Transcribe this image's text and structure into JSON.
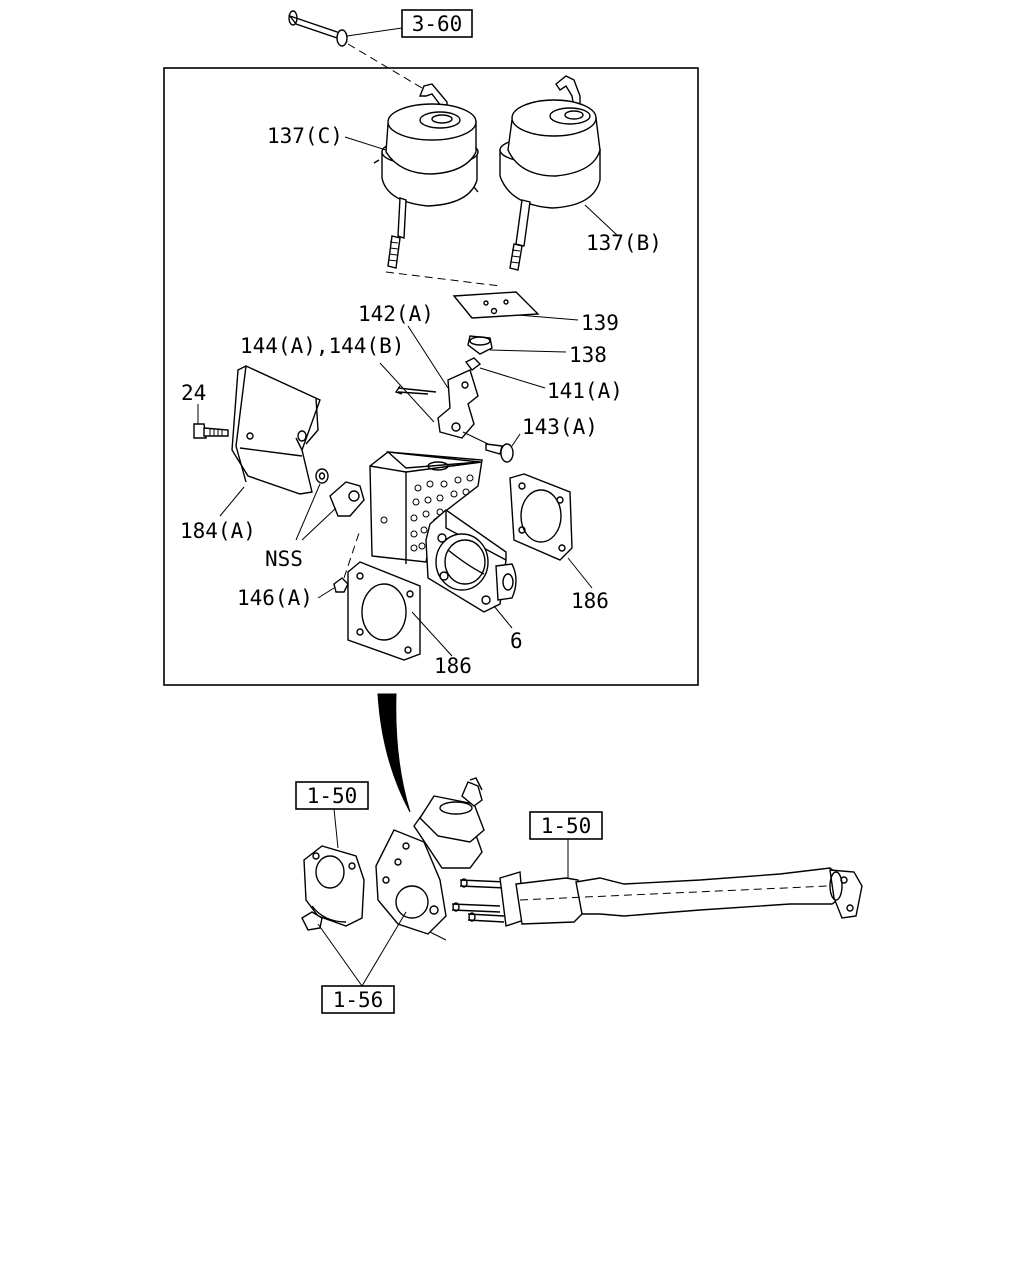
{
  "ref_boxes": {
    "top": "3-60",
    "left": "1-50",
    "right": "1-50",
    "bottom": "1-56"
  },
  "labels": {
    "actuator_c": "137(C)",
    "actuator_b": "137(B)",
    "plate": "139",
    "bushing": "138",
    "lever": "142(A)",
    "pins": "144(A),144(B)",
    "nut_141": "141(A)",
    "bolt_24": "24",
    "bolt_143": "143(A)",
    "bracket": "184(A)",
    "nss": "NSS",
    "nut_146": "146(A)",
    "gasket_right": "186",
    "gasket_left": "186",
    "housing": "6"
  }
}
